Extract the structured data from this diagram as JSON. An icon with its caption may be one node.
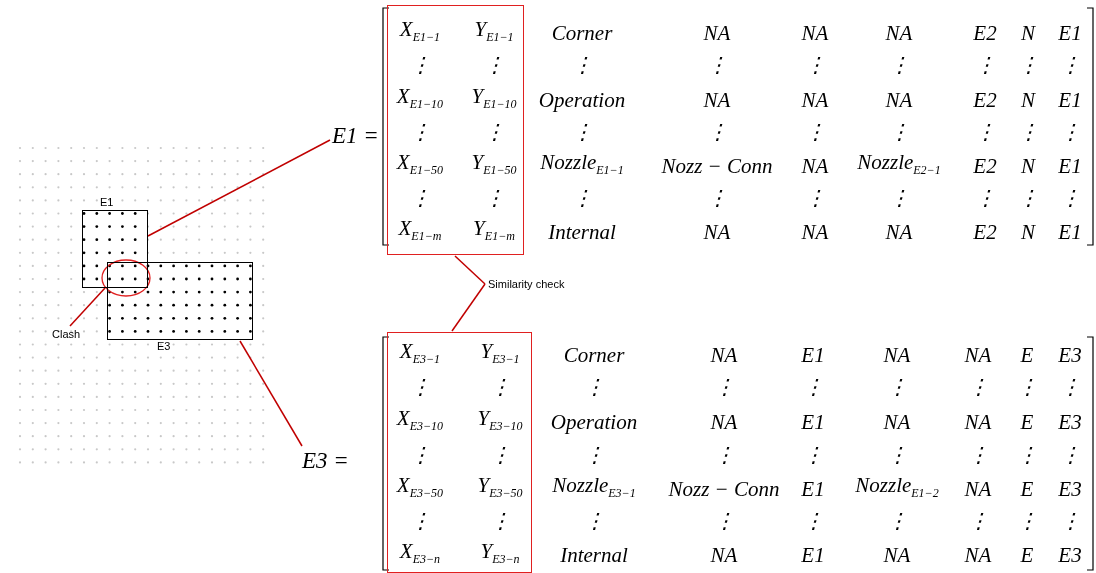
{
  "diagram": {
    "nodes": [
      {
        "text": [
          "E1"
        ]
      },
      {
        "text": [],
        "shape": "ellipse"
      },
      {
        "text": [
          "Clash"
        ]
      },
      {
        "text": [
          "E3"
        ]
      },
      {
        "text": [
          "E1 ="
        ]
      },
      {
        "text": [
          "X$_{E1−1}$",
          "Y$_{E1−1}$",
          "⋮",
          "⋮",
          "X$_{E1−10}$",
          "Y$_{E1−10}$",
          "⋮",
          "⋮",
          "X$_{E1−50}$",
          "Y$_{E1−50}$",
          "⋮",
          "⋮",
          "X$_{E1−m}$",
          "Y$_{E1−m}$"
        ]
      },
      {
        "text": [
          "Similarity check"
        ]
      },
      {
        "text": [
          "E3 ="
        ]
      },
      {
        "text": [
          "X$_{E3−1}$",
          "Y$_{E3−1}$",
          "⋮",
          "⋮",
          "X$_{E3−10}$",
          "Y$_{E3−10}$",
          "⋮",
          "⋮",
          "X$_{E3−50}$",
          "Y$_{E3−50}$",
          "⋮",
          "⋮",
          "X$_{E3−n}$",
          "Y$_{E3−n}$"
        ]
      }
    ],
    "edges": [
      {
        "from": 0,
        "to": 4,
        "arrow": "none"
      },
      {
        "from": 2,
        "to": 1,
        "arrow": "none"
      },
      {
        "from": 3,
        "to": 7,
        "arrow": "none"
      },
      {
        "from": 6,
        "to": 5,
        "arrow": "none"
      },
      {
        "from": 6,
        "to": 8,
        "arrow": "none"
      }
    ],
    "labels": [
      "Corner",
      "NA",
      "NA",
      "NA",
      "E2",
      "N",
      "E1",
      "⋮",
      "⋮",
      "⋮",
      "⋮",
      "⋮",
      "⋮",
      "⋮",
      "Operation",
      "NA",
      "NA",
      "NA",
      "E2",
      "N",
      "E1",
      "⋮",
      "⋮",
      "⋮",
      "⋮",
      "⋮",
      "⋮",
      "⋮",
      "Nozzle$_{E1−1}$",
      "Nozz − Conn",
      "NA",
      "Nozzle$_{E2−1}$",
      "E2",
      "N",
      "E1",
      "⋮",
      "⋮",
      "⋮",
      "⋮",
      "⋮",
      "⋮",
      "⋮",
      "Internal",
      "NA",
      "NA",
      "NA",
      "E2",
      "N",
      "E1",
      "Corner",
      "NA",
      "E1",
      "NA",
      "NA",
      "E",
      "E3",
      "⋮",
      "⋮",
      "⋮",
      "⋮",
      "⋮",
      "⋮",
      "⋮",
      "Operation",
      "NA",
      "E1",
      "NA",
      "NA",
      "E",
      "E3",
      "⋮",
      "⋮",
      "⋮",
      "⋮",
      "⋮",
      "⋮",
      "⋮",
      "Nozzle$_{E3−1}$",
      "Nozz − Conn",
      "E1",
      "Nozzle$_{E1−2}$",
      "NA",
      "E",
      "E3",
      "⋮",
      "⋮",
      "⋮",
      "⋮",
      "⋮",
      "⋮",
      "⋮",
      "Internal",
      "NA",
      "E1",
      "NA",
      "NA",
      "E",
      "E3"
    ]
  }
}
